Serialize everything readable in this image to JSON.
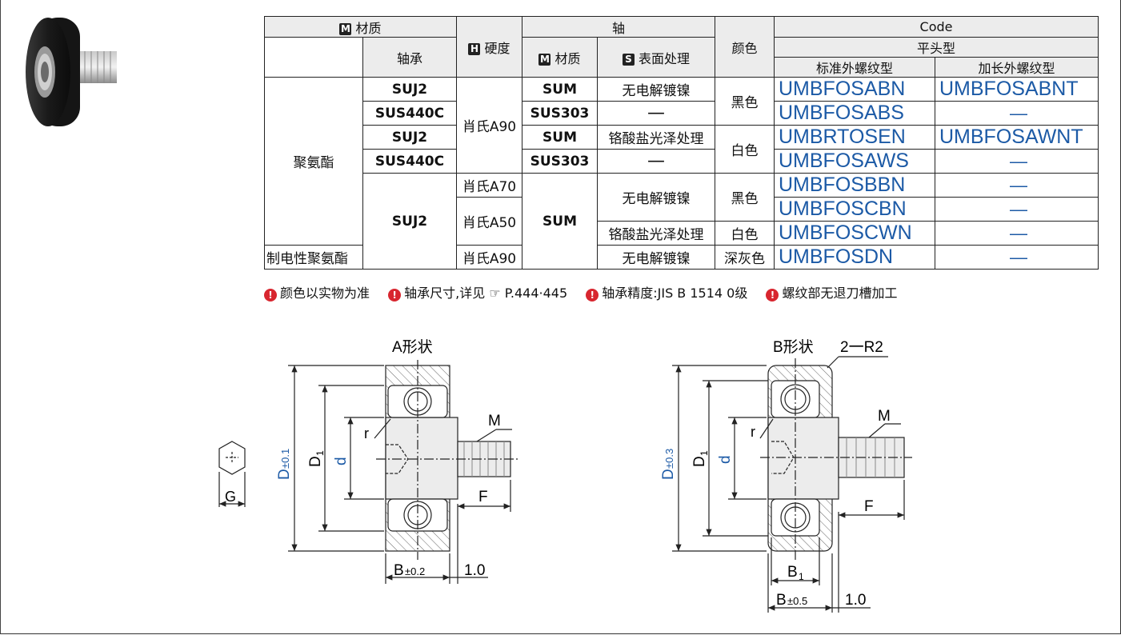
{
  "table": {
    "h_material": "材质",
    "h_bearing": "轴承",
    "h_hardness": "硬度",
    "h_shaft": "轴",
    "h_shaft_material": "材质",
    "h_surface": "表面处理",
    "h_color": "颜色",
    "h_code": "Code",
    "h_flat": "平头型",
    "h_std": "标准外螺纹型",
    "h_long": "加长外螺纹型",
    "badge_m": "M",
    "badge_h": "H",
    "badge_s": "S",
    "mat_pu": "聚氨酯",
    "mat_conductive": "制电性聚氨酯",
    "r": [
      {
        "bearing": "SUJ2",
        "shaft": "SUM",
        "surface": "无电解镀镍",
        "std": "UMBFOSABN",
        "long": "UMBFOSABNT"
      },
      {
        "bearing": "SUS440C",
        "shaft": "SUS303",
        "surface": "—",
        "std": "UMBFOSABS",
        "long": "—"
      },
      {
        "bearing": "SUJ2",
        "shaft": "SUM",
        "surface": "铬酸盐光泽处理",
        "std": "UMBRTOSEN",
        "long": "UMBFOSAWNT"
      },
      {
        "bearing": "SUS440C",
        "shaft": "SUS303",
        "surface": "—",
        "std": "UMBFOSAWS",
        "long": "—"
      },
      {
        "std": "UMBFOSBBN",
        "long": "—"
      },
      {
        "std": "UMBFOSCBN",
        "long": "—"
      },
      {
        "std": "UMBFOSCWN",
        "long": "—"
      },
      {
        "std": "UMBFOSDN",
        "long": "—"
      }
    ],
    "hard_a90": "肖氏A90",
    "hard_a70": "肖氏A70",
    "hard_a50": "肖氏A50",
    "hard_a90b": "肖氏A90",
    "bearing_suj2": "SUJ2",
    "shaft_sum": "SUM",
    "surf_nickel": "无电解镀镍",
    "surf_chromate": "铬酸盐光泽处理",
    "surf_nickel2": "无电解镀镍",
    "color_black": "黑色",
    "color_white": "白色",
    "color_black2": "黑色",
    "color_white2": "白色",
    "color_darkgray": "深灰色"
  },
  "notes": {
    "n1": "颜色以实物为准",
    "n2a": "轴承尺寸,详见",
    "n2ref": "P.444·445",
    "n3": "轴承精度:JIS  B  1514  0级",
    "n4": "螺纹部无退刀槽加工"
  },
  "drawingA": {
    "title": "A形状",
    "D": "D",
    "D_tol": "±0.1",
    "D1": "D",
    "D1_sub": "1",
    "d": "d",
    "r": "r",
    "M": "M",
    "F": "F",
    "B": "B",
    "B_tol": "±0.2",
    "gap": "1.0",
    "G": "G"
  },
  "drawingB": {
    "title": "B形状",
    "radius": "2一R2",
    "D": "D",
    "D_tol": "±0.3",
    "D1": "D",
    "D1_sub": "1",
    "d": "d",
    "r": "r",
    "M": "M",
    "F": "F",
    "B1": "B",
    "B1_sub": "1",
    "B": "B",
    "B_tol": "±0.5",
    "gap": "1.0"
  }
}
